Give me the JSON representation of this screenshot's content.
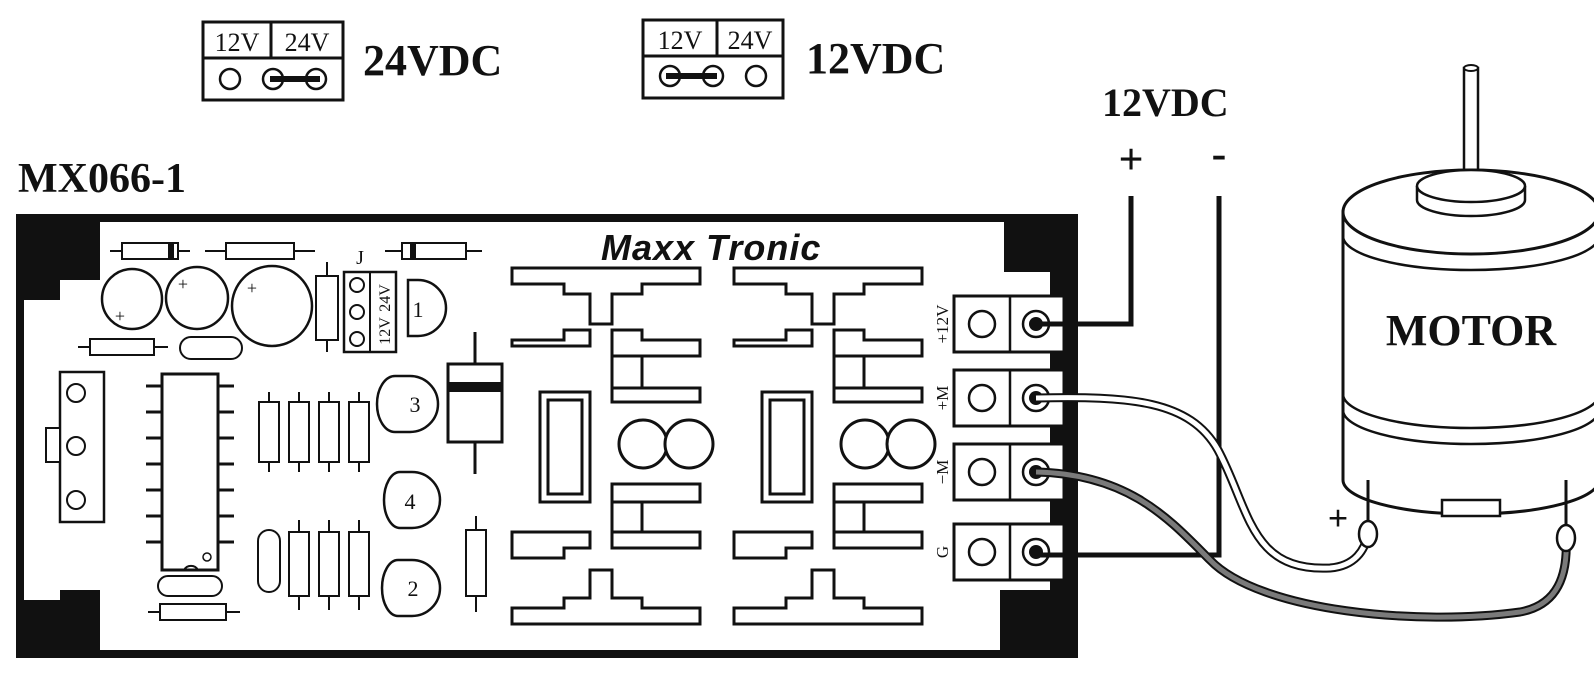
{
  "jumper_24": {
    "left_label": "12V",
    "right_label": "24V",
    "caption": "24VDC"
  },
  "jumper_12": {
    "left_label": "12V",
    "right_label": "24V",
    "caption": "12VDC"
  },
  "supply": {
    "label": "12VDC",
    "plus": "+",
    "minus": "-"
  },
  "board": {
    "model": "MX066-1",
    "logo": "Maxx Tronic",
    "jumper_label": "J",
    "jumper_12": "12V",
    "jumper_24": "24V",
    "ic_labels": [
      "1",
      "2",
      "3",
      "4"
    ],
    "terminals": [
      "+12V",
      "+M",
      "−M",
      "G"
    ]
  },
  "motor": {
    "label": "MOTOR",
    "plus": "+"
  },
  "colors": {
    "ink": "#111111",
    "wire_white": "#ffffff",
    "wire_gray": "#7a7a7a",
    "background": "#ffffff"
  }
}
